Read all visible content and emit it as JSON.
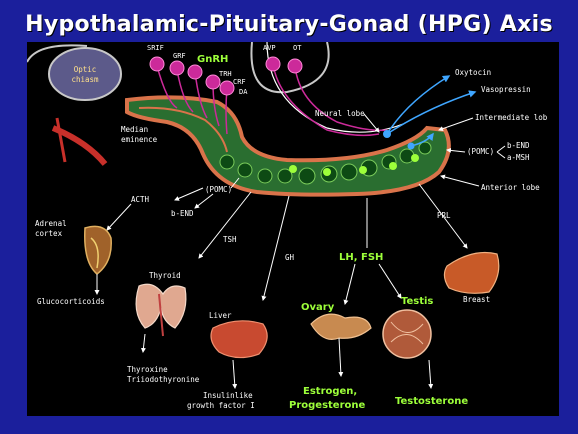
{
  "title": "Hypothalamic-Pituitary-Gonad (HPG) Axis",
  "labels": {
    "optic_chiasm": [
      "Optic",
      "chiasm"
    ],
    "srif": "SRIF",
    "grf": "GRF",
    "gnrh": "GnRH",
    "trh": "TRH",
    "crf": "CRF",
    "da": "DA",
    "avp": "AVP",
    "ot": "OT",
    "oxytocin": "Oxytocin",
    "vasopressin": "Vasopressin",
    "neural_lobe": "Neural lobe",
    "intermediate_lobe": "Intermediate lob",
    "median_eminence": [
      "Median",
      "eminence"
    ],
    "pomc_right": "(POMC)",
    "b_end_right": "b-END",
    "a_msh": "a-MSH",
    "anterior_lobe": "Anterior lobe",
    "pomc_left": "(POMC)",
    "acth": "ACTH",
    "b_end_left": "b-END",
    "adrenal_cortex": [
      "Adrenal",
      "cortex"
    ],
    "tsh": "TSH",
    "thyroid": "Thyroid",
    "glucocorticoids": "Glucocorticoids",
    "gh": "GH",
    "lh_fsh": "LH, FSH",
    "prl": "PRL",
    "breast": "Breast",
    "liver": "Liver",
    "ovary": "Ovary",
    "testis": "Testis",
    "thyroxine": [
      "Thyroxine",
      "Triiodothyronine"
    ],
    "igf": [
      "Insulinlike",
      "growth factor I"
    ],
    "estrogen": [
      "Estrogen,",
      "Progesterone"
    ],
    "testosterone": "Testosterone"
  },
  "colors": {
    "slide_bg": "#1b1f9c",
    "panel_bg": "#000000",
    "title_text": "#ffffff",
    "green_label": "#9dff3a",
    "neuron_magenta": "#cc2a9a",
    "pituitary_green": "#1f7a2a",
    "portal_orange": "#d9734a",
    "blue_arrow": "#3fa6ff"
  }
}
